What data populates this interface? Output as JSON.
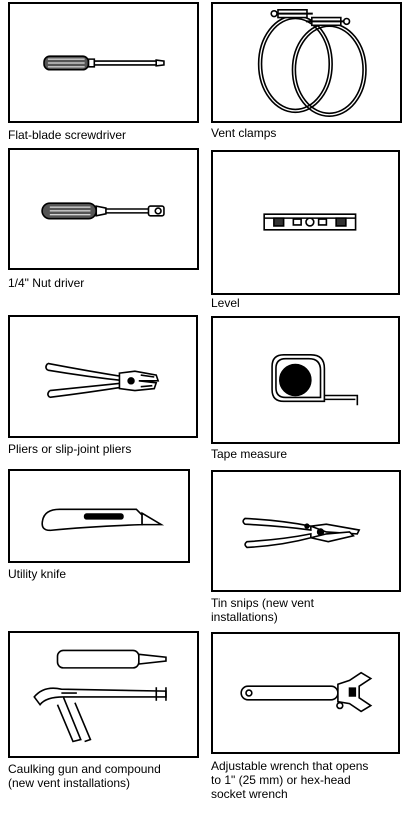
{
  "tools": [
    {
      "id": "screwdriver",
      "label_lines": [
        "Flat-blade screwdriver"
      ]
    },
    {
      "id": "vent-clamps",
      "label_lines": [
        "Vent clamps"
      ]
    },
    {
      "id": "nut-driver",
      "label_lines": [
        "1/4\" Nut driver"
      ]
    },
    {
      "id": "level",
      "label_lines": [
        "Level"
      ]
    },
    {
      "id": "pliers",
      "label_lines": [
        "Pliers or slip-joint pliers"
      ]
    },
    {
      "id": "tape-measure",
      "label_lines": [
        "Tape measure"
      ]
    },
    {
      "id": "utility-knife",
      "label_lines": [
        "Utility knife"
      ]
    },
    {
      "id": "tin-snips",
      "label_lines": [
        "Tin snips (new vent",
        "installations)"
      ]
    },
    {
      "id": "caulking-gun",
      "label_lines": [
        "Caulking gun and compound",
        "(new vent installations)"
      ]
    },
    {
      "id": "adjustable-wrench",
      "label_lines": [
        "Adjustable wrench that opens",
        "to 1\" (25 mm) or hex-head",
        "socket wrench"
      ]
    }
  ]
}
